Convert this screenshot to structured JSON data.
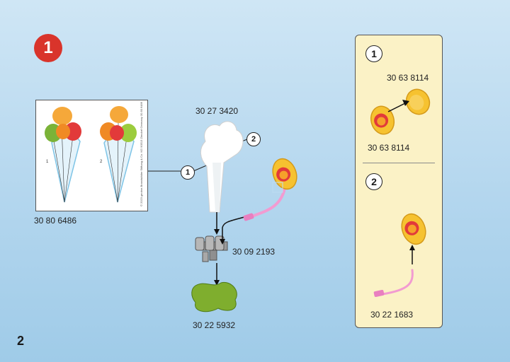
{
  "step_number": "1",
  "page_number": "2",
  "callouts": {
    "one": "1",
    "two": "2"
  },
  "parts": {
    "sticker_sheet": "30 80 6486",
    "cloud": "30 27 3420",
    "connector": "30 09 2193",
    "base": "30 22 5932"
  },
  "sticker_sheet": {
    "positions": [
      "1",
      "2"
    ],
    "fine_print": "© 2023 geobra Brandstätter Stiftung & Co. KG 90513 Zirndorf Germany 30 80 6486"
  },
  "side_panel": {
    "step_one": {
      "number": "1",
      "part_top": "30 63 8114",
      "part_bottom": "30 63 8114"
    },
    "step_two": {
      "number": "2",
      "part": "30 22 1683"
    }
  },
  "colors": {
    "step_badge": "#d9342b",
    "panel_bg": "#fbf2c6",
    "base_green": "#7fae2e",
    "connector_grey": "#9a9a9a",
    "stick_pink": "#f29bd1",
    "balloon_yellow": "#f6c230"
  }
}
